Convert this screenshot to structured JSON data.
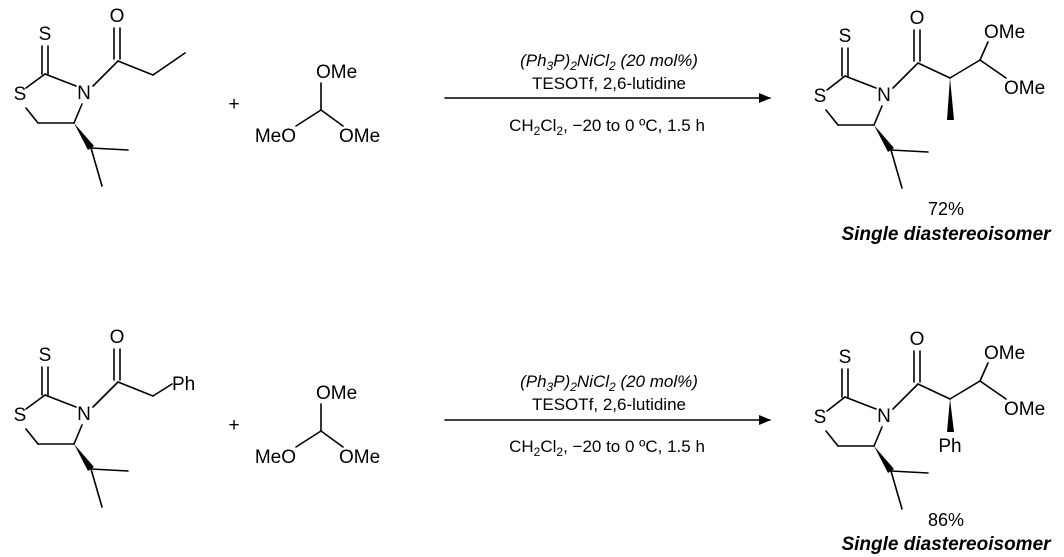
{
  "atoms": {
    "S": "S",
    "O": "O",
    "N": "N",
    "Ph": "Ph",
    "OMe": "OMe",
    "MeO": "MeO",
    "plus": "+"
  },
  "reactions": [
    {
      "conditions": {
        "catalyst": "(Ph",
        "catalyst_sub1": "3",
        "catalyst_mid": "P)",
        "catalyst_sub2": "2",
        "catalyst_tail": "NiCl",
        "catalyst_sub3": "2",
        "catalyst_load": " (20 mol%)",
        "reagents": "TESOTf, 2,6-lutidine",
        "solvent": "CH",
        "solvent_sub1": "2",
        "solvent_mid": "Cl",
        "solvent_sub2": "2",
        "solvent_tail": ", −20 to 0 ºC, 1.5 h"
      },
      "yield": "72%",
      "selectivity": "Single diastereoisomer"
    },
    {
      "conditions": {
        "catalyst": "(Ph",
        "catalyst_sub1": "3",
        "catalyst_mid": "P)",
        "catalyst_sub2": "2",
        "catalyst_tail": "NiCl",
        "catalyst_sub3": "2",
        "catalyst_load": " (20 mol%)",
        "reagents": "TESOTf, 2,6-lutidine",
        "solvent": "CH",
        "solvent_sub1": "2",
        "solvent_mid": "Cl",
        "solvent_sub2": "2",
        "solvent_tail": ", −20 to 0 ºC, 1.5 h"
      },
      "yield": "86%",
      "selectivity": "Single diastereoisomer"
    }
  ]
}
